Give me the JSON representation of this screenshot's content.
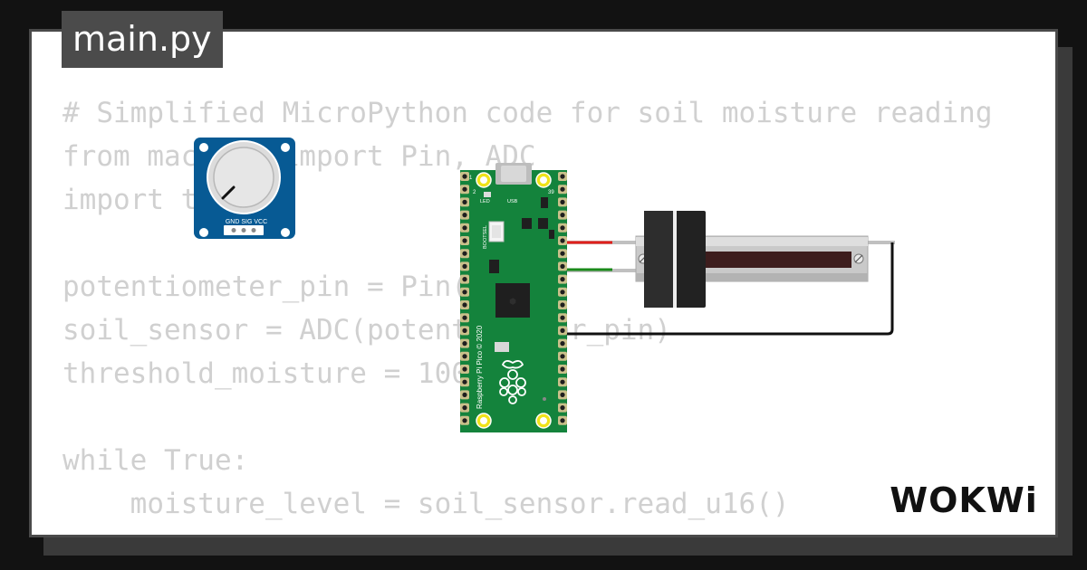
{
  "tab": {
    "label": "main.py"
  },
  "code_lines": [
    "# Simplified MicroPython code for soil moisture reading",
    "from machine import Pin, ADC",
    "import time",
    "",
    "potentiometer_pin = Pin(26)",
    "soil_sensor = ADC(potentiometer_pin)",
    "threshold_moisture = 1000",
    "",
    "while True:",
    "    moisture_level = soil_sensor.read_u16()"
  ],
  "components": {
    "potentiometer": {
      "pin_label": "GND SIG VCC"
    },
    "pico": {
      "led_label": "LED",
      "usb_label": "USB",
      "pin1_label": "1",
      "pin2_label": "2",
      "pin39_label": "39",
      "bootsel_label": "BOOTSEL",
      "board_label": "Raspberry Pi Pico © 2020"
    }
  },
  "wires": {
    "red": "#e0201c",
    "green": "#1a8a1a",
    "black": "#111111"
  },
  "logo": {
    "text": "WOKWi"
  }
}
